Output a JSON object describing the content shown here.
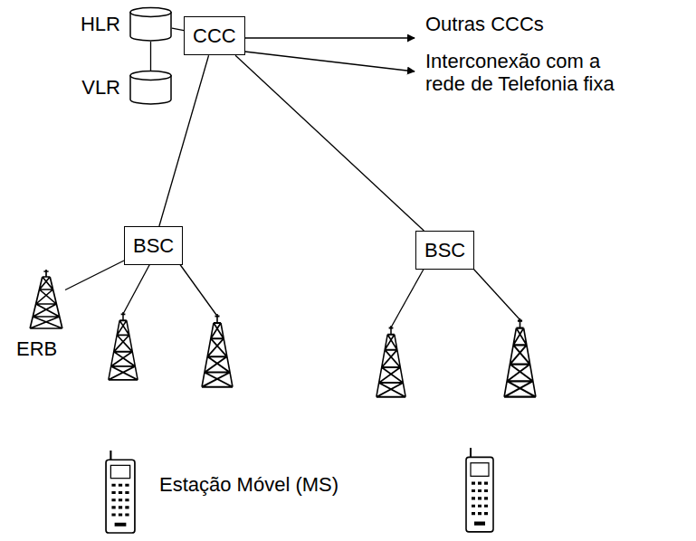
{
  "diagram": {
    "nodes": [
      {
        "text": [
          "HLR"
        ]
      },
      {
        "text": [
          "VLR"
        ]
      },
      {
        "text": [
          "CCC"
        ]
      },
      {
        "text": [
          "BSC"
        ]
      },
      {
        "text": [
          "BSC"
        ]
      },
      {
        "text": [
          "ERB"
        ]
      }
    ],
    "edges": [
      {
        "from": 0,
        "to": 1,
        "arrow": "none"
      },
      {
        "from": 0,
        "to": 2,
        "arrow": "none"
      },
      {
        "from": 2,
        "to": 3,
        "arrow": "none"
      },
      {
        "from": 2,
        "to": 4,
        "arrow": "none"
      },
      {
        "from": 3,
        "to": 5,
        "arrow": "none"
      }
    ],
    "labels": [
      "Outras CCCs",
      "Interconexão com a rede de Telefonia fixa",
      "Estação Móvel (MS)"
    ]
  }
}
